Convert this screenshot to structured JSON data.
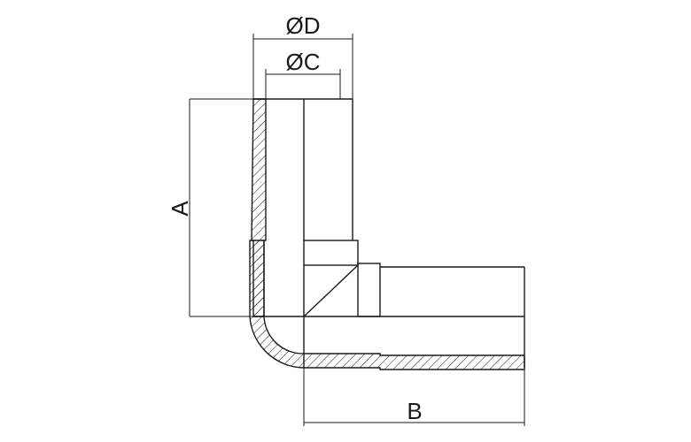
{
  "diagram": {
    "labels": {
      "outer_diameter": "ØD",
      "inner_diameter": "ØC",
      "leg_length_vertical": "A",
      "leg_length_horizontal": "B"
    },
    "colors": {
      "line": "#1a1a1a",
      "background": "#ffffff"
    }
  }
}
